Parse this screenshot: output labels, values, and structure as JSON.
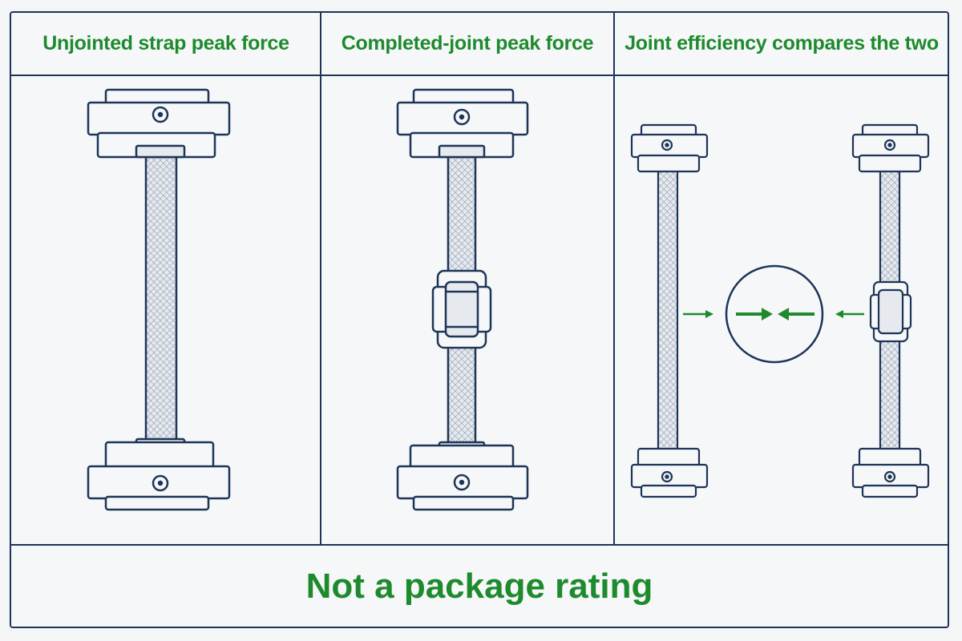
{
  "panels": [
    {
      "title": "Unjointed strap peak force"
    },
    {
      "title": "Completed-joint peak force"
    },
    {
      "title": "Joint efficiency compares the two"
    }
  ],
  "footer": {
    "text": "Not a package rating"
  },
  "colors": {
    "line": "#1d3557",
    "accent": "#1e8a2d",
    "background": "#f6f7f9"
  },
  "icons": [
    "tensile-grip-icon",
    "woven-strap-icon",
    "strap-seal-joint-icon",
    "comparison-arrows-icon"
  ]
}
